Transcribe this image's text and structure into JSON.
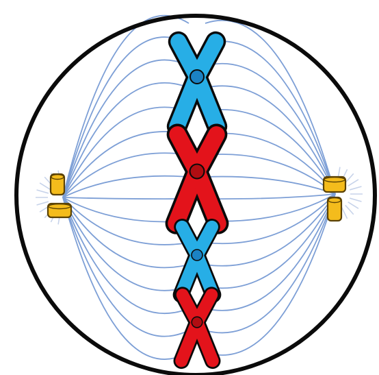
{
  "diagram": {
    "kind": "cell-division-metaphase",
    "colors": {
      "background": "#ffffff",
      "cell_outline": "#0b0b0b",
      "spindle_fiber": "#7d9fd6",
      "aster_ray": "#c7d3ea",
      "centriole_fill": "#f4bc1c",
      "centriole_outline": "#5b4204",
      "chromosome_blue": "#27aee6",
      "chromosome_blue_center": "#1b82c4",
      "chromosome_red": "#e3131b",
      "chromosome_red_center": "#b00d12",
      "chromosome_outline": "#0a0a0a"
    },
    "chromosomes": [
      {
        "color": "blue",
        "size": "large"
      },
      {
        "color": "red",
        "size": "large"
      },
      {
        "color": "blue",
        "size": "small"
      },
      {
        "color": "red",
        "size": "small"
      }
    ],
    "centriole_pairs": [
      {
        "pole": "left"
      },
      {
        "pole": "right"
      }
    ]
  }
}
